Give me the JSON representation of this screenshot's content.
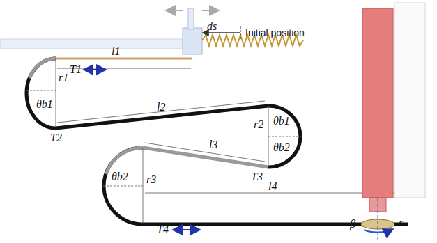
{
  "diagram": {
    "labels": [
      "ds",
      "Initial position",
      "T1",
      "l1",
      "r1",
      "θb1",
      "l2",
      "T2",
      "r2",
      "θb1",
      "θb2",
      "l3",
      "T3",
      "θb2",
      "r3",
      "l4",
      "T4",
      "β",
      "r"
    ]
  }
}
